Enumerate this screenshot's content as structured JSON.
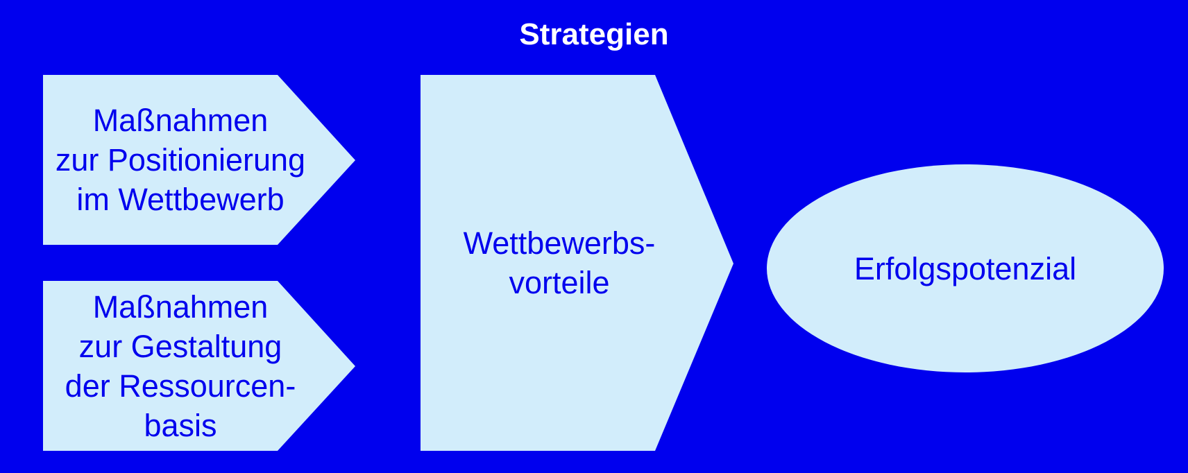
{
  "title": "Strategien",
  "colors": {
    "background": "#0000EE",
    "shape_fill": "#D2EDFB",
    "shape_text": "#0000EE",
    "title_text": "#FFFFFF"
  },
  "nodes": {
    "positioning": {
      "lines": [
        "Maßnahmen",
        "zur Positionierung",
        "im Wettbewerb"
      ]
    },
    "resources": {
      "lines": [
        "Maßnahmen",
        "zur Gestaltung",
        "der Ressourcen-",
        "basis"
      ]
    },
    "advantages": {
      "lines": [
        "Wettbewerbs-",
        "vorteile"
      ]
    },
    "potential": {
      "lines": [
        "Erfolgspotenzial"
      ]
    }
  }
}
